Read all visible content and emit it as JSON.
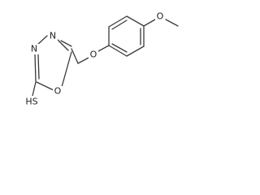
{
  "molecule": {
    "atoms": {
      "ring_n1": "N",
      "ring_n2": "N",
      "ring_o": "O",
      "thiol": "HS",
      "ether_o": "O",
      "methoxy_o": "O"
    },
    "colors": {
      "bond": "#3a3a3a",
      "label": "#222222",
      "background": "#ffffff"
    }
  }
}
